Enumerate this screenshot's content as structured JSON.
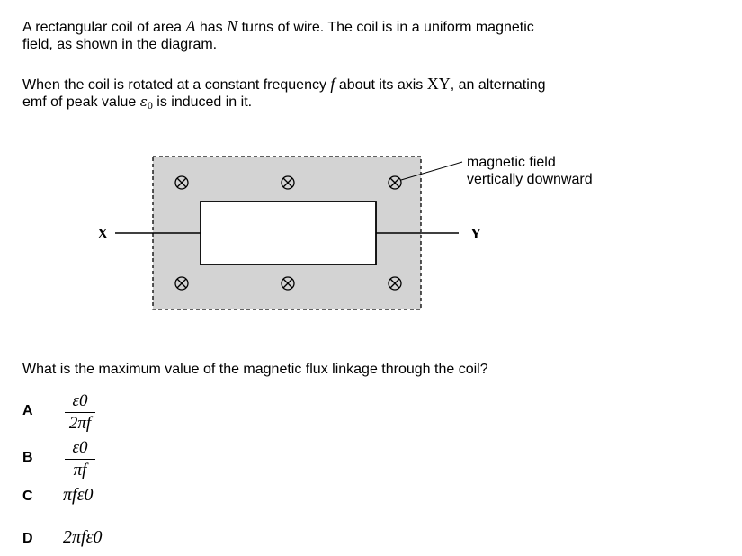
{
  "paragraph1": {
    "t1": "A rectangular coil of area ",
    "A": "A",
    "t2": " has ",
    "N": "N",
    "t3": " turns of wire.  The coil is in a uniform magnetic",
    "line2": "field, as shown in the diagram."
  },
  "paragraph2": {
    "t1": "When the coil is rotated at a constant frequency ",
    "f": "f",
    "t2": " about its axis ",
    "XY": "XY",
    "t3": ", an alternating",
    "line2a": "emf of peak value ",
    "eps": "ε",
    "eps_sub": "0",
    "line2b": " is induced in it."
  },
  "diagram": {
    "label_x": "X",
    "label_y": "Y",
    "field_label_line1": "magnetic field",
    "field_label_line2": "vertically downward",
    "field_symbol": "⊗",
    "colors": {
      "field_region": "#d3d3d3",
      "coil_fill": "#ffffff",
      "stroke": "#000000"
    }
  },
  "question": "What is the maximum value of the magnetic flux linkage through the coil?",
  "options": [
    {
      "letter": "A",
      "numerator": "ε0",
      "denominator": "2πf"
    },
    {
      "letter": "B",
      "numerator": "ε0",
      "denominator": "πf"
    },
    {
      "letter": "C",
      "expression": "πfε0"
    },
    {
      "letter": "D",
      "expression": "2πfε0"
    }
  ]
}
